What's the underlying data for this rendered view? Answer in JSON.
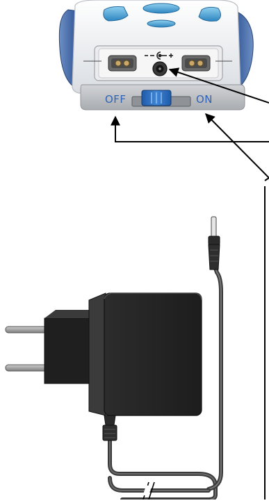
{
  "labels": {
    "off": "OFF",
    "on": "ON"
  },
  "colors": {
    "switch_text": "#2f63b8",
    "device_shell": "#e9ebee",
    "device_blue": "#4d74ad",
    "panel_gray": "#b9bcc0",
    "adapter_black": "#242424",
    "prongs": "#9a9a9a",
    "arrows": "#000000"
  },
  "icons": [
    "dc-polarity-symbol",
    "power-jack",
    "slide-switch",
    "wall-adapter",
    "dc-plug",
    "cable-break-mark"
  ]
}
